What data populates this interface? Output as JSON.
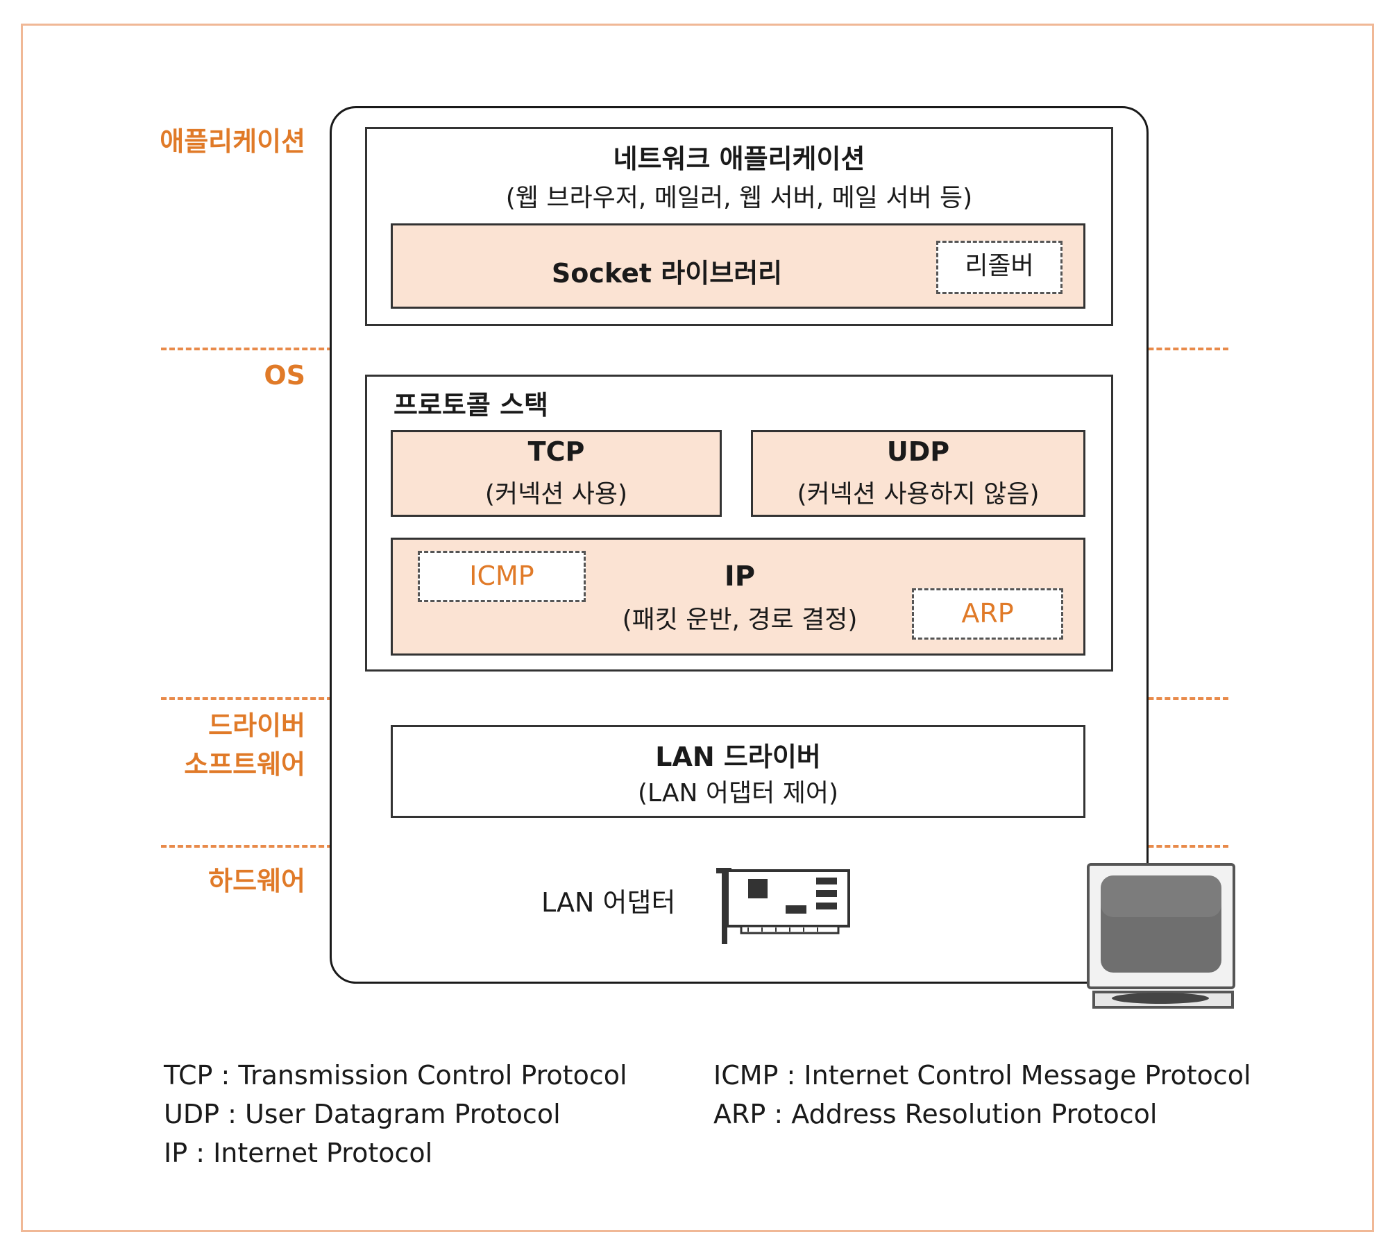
{
  "layers": {
    "application": "애플리케이션",
    "os": "OS",
    "driver_line1": "드라이버",
    "driver_line2": "소프트웨어",
    "hardware": "하드웨어"
  },
  "network_app": {
    "title": "네트워크 애플리케이션",
    "subtitle": "(웹 브라우저, 메일러, 웹 서버, 메일 서버 등)"
  },
  "socket": {
    "label": "Socket 라이브러리",
    "resolver": "리졸버"
  },
  "protocol_stack": {
    "title": "프로토콜 스택",
    "tcp_title": "TCP",
    "tcp_sub": "(커넥션 사용)",
    "udp_title": "UDP",
    "udp_sub": "(커넥션 사용하지 않음)",
    "icmp": "ICMP",
    "ip_title": "IP",
    "ip_sub": "(패킷 운반, 경로 결정)",
    "arp": "ARP"
  },
  "lan_driver": {
    "title": "LAN 드라이버",
    "subtitle": "(LAN 어댑터 제어)"
  },
  "hardware": {
    "lan_adapter": "LAN 어댑터",
    "card_icon": "network-card-icon",
    "monitor_icon": "monitor-icon"
  },
  "legend": {
    "tcp": "TCP : Transmission Control Protocol",
    "udp": "UDP : User Datagram Protocol",
    "ip": "IP : Internet Protocol",
    "icmp": "ICMP : Internet Control Message Protocol",
    "arp": "ARP : Address Resolution Protocol"
  },
  "colors": {
    "accent": "#e07a28",
    "box_fill": "#fbe3d3",
    "frame": "#f0b896"
  }
}
